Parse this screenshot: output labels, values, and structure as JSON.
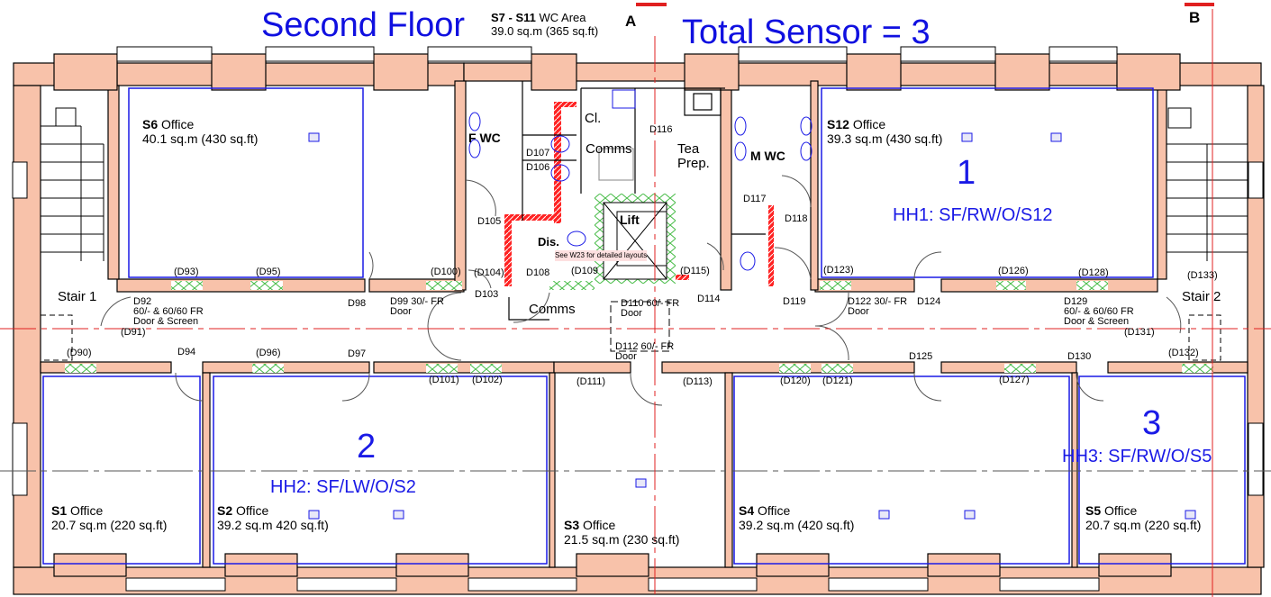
{
  "header": {
    "title": "Second Floor",
    "sensor_total": "Total Sensor = 3",
    "wc_area_code": "S7 - S11",
    "wc_area_name": "WC Area",
    "wc_area_size": "39.0 sq.m (365 sq.ft)",
    "grid_a": "A",
    "grid_b": "B"
  },
  "rooms": {
    "s6": {
      "code": "S6",
      "name": "Office",
      "area": "40.1 sq.m (430 sq.ft)"
    },
    "s12": {
      "code": "S12",
      "name": "Office",
      "area": "39.3 sq.m (430 sq.ft)"
    },
    "s1": {
      "code": "S1",
      "name": "Office",
      "area": "20.7 sq.m (220 sq.ft)"
    },
    "s2": {
      "code": "S2",
      "name": "Office",
      "area": "39.2 sq.m 420 sq.ft)"
    },
    "s3": {
      "code": "S3",
      "name": "Office",
      "area": "21.5 sq.m  (230 sq.ft)"
    },
    "s4": {
      "code": "S4",
      "name": "Office",
      "area": "39.2 sq.m  (420 sq.ft)"
    },
    "s5": {
      "code": "S5",
      "name": "Office",
      "area": "20.7 sq.m (220 sq.ft)"
    },
    "fwc": "F WC",
    "mwc": "M WC",
    "cl": "Cl.",
    "comms_top": "Comms",
    "tea": "Tea",
    "prep": "Prep.",
    "lift": "Lift",
    "dis": "Dis.",
    "comms_bottom": "Comms",
    "stair1": "Stair 1",
    "stair2": "Stair 2",
    "lift_note": "See W23 for detailed layouts"
  },
  "sensors": [
    {
      "number": "1",
      "label": "HH1: SF/RW/O/S12"
    },
    {
      "number": "2",
      "label": "HH2: SF/LW/O/S2"
    },
    {
      "number": "3",
      "label": "HH3: SF/RW/O/S5"
    }
  ],
  "doors": {
    "d93": "(D93)",
    "d95": "(D95)",
    "d100": "(D100)",
    "d104": "(D104)",
    "d108": "D108",
    "d109": "(D109",
    "d115": "(D115)",
    "d123": "(D123)",
    "d126": "(D126)",
    "d128": "(D128)",
    "d133": "(D133)",
    "d107": "D107",
    "d106": "D106",
    "d105": "D105",
    "d116": "D116",
    "d117": "D117",
    "d118": "D118",
    "d92": "D92",
    "d92_desc1": "60/- & 60/60 FR",
    "d92_desc2": "Door & Screen",
    "d91": "(D91)",
    "d98": "D98",
    "d99": "D99 30/- FR",
    "d99_desc": "Door",
    "d103": "D103",
    "d110": "D110 60/- FR",
    "d110_desc": "Door",
    "d112": "D112 60/- FR",
    "d112_desc": "Door",
    "d114": "D114",
    "d119": "D119",
    "d122": "D122 30/- FR",
    "d122_desc": "Door",
    "d124": "D124",
    "d129": "D129",
    "d129_desc1": "60/- & 60/60 FR",
    "d129_desc2": "Door & Screen",
    "d131": "(D131)",
    "d90": "(D90)",
    "d94": "D94",
    "d96": "(D96)",
    "d97": "D97",
    "d101": "(D101)",
    "d102": "(D102)",
    "d111": "(D111)",
    "d113": "(D113)",
    "d120": "(D120)",
    "d121": "(D121)",
    "d125": "D125",
    "d127": "(D127)",
    "d130": "D130",
    "d132": "(D132)"
  },
  "colors": {
    "wall": "#f8c2aa",
    "text_blue": "#1a1ae6",
    "gridline": "#e02020",
    "glazing": "#44bb44"
  }
}
